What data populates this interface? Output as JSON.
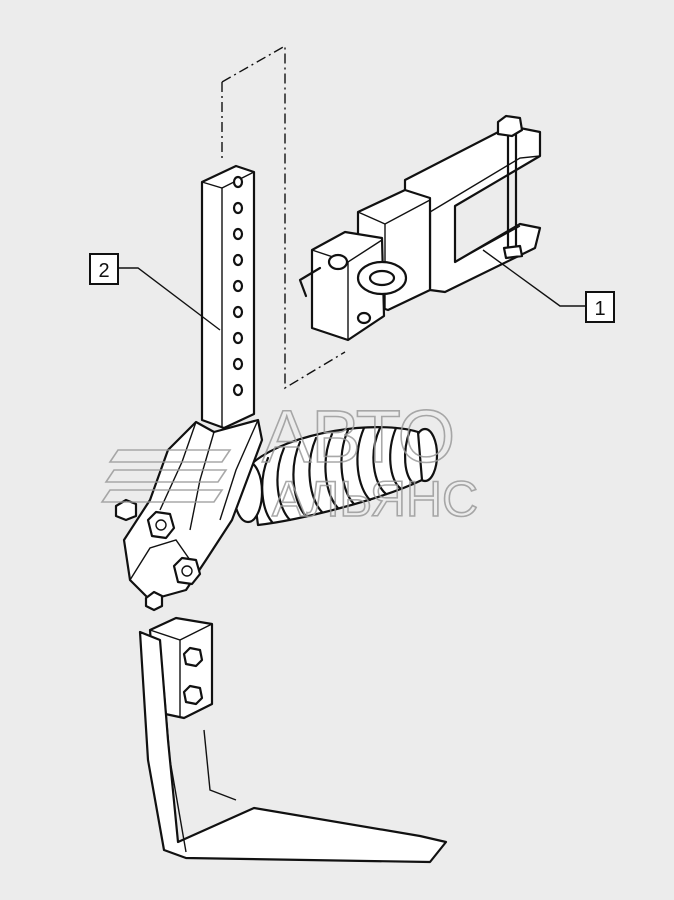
{
  "diagram": {
    "callouts": [
      {
        "id": "1",
        "label": "1"
      },
      {
        "id": "2",
        "label": "2"
      }
    ],
    "watermark": {
      "line1": "АВТО",
      "line2": "АЛЬЯНС"
    }
  },
  "colors": {
    "background": "#ececec",
    "line": "#111111",
    "fill": "#ffffff",
    "watermark": "#9a9a9a"
  }
}
